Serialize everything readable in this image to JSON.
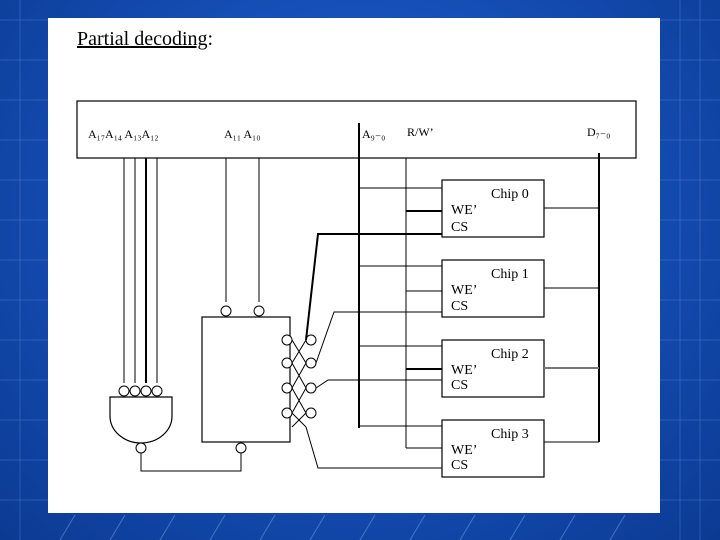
{
  "title": "Partial decoding",
  "title_suffix": ":",
  "bus_labels": {
    "upper_address": "A₁₇A₁₄ A₁₃A₁₂",
    "lower_select": "A₁₁ A₁₀",
    "address_low": "A₉₋₀",
    "read_write": "R/W’",
    "data": "D₇₋₀"
  },
  "chips": [
    {
      "name": "Chip 0",
      "we": "WE’",
      "cs": "CS"
    },
    {
      "name": "Chip 1",
      "we": "WE’",
      "cs": "CS"
    },
    {
      "name": "Chip 2",
      "we": "WE’",
      "cs": "CS"
    },
    {
      "name": "Chip 3",
      "we": "WE’",
      "cs": "CS"
    }
  ]
}
